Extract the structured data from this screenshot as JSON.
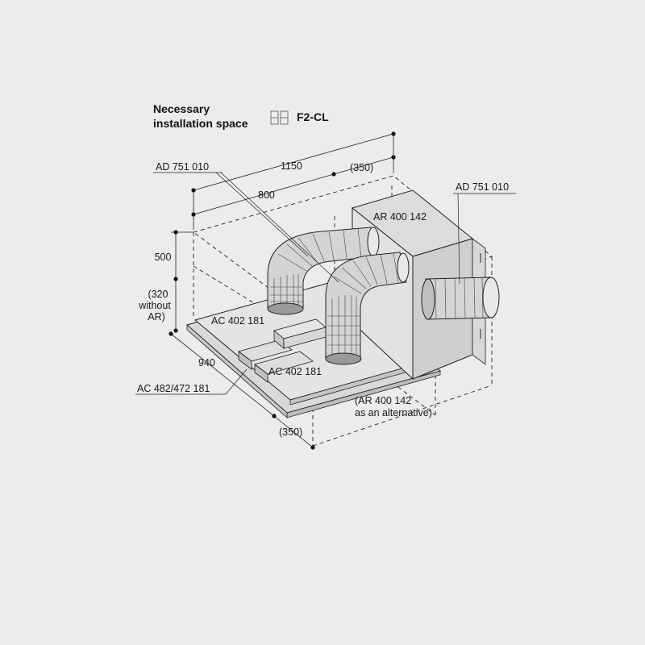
{
  "header": {
    "title_line1": "Necessary",
    "title_line2": "installation space",
    "model": "F2-CL",
    "model_icon": "hob-zones-icon"
  },
  "dimensions": {
    "total_length": "1150",
    "module_length": "800",
    "extension_top": "(350)",
    "height": "500",
    "height_note_1": "(320",
    "height_note_2": "without",
    "height_note_3": "AR)",
    "depth": "940",
    "extension_bottom": "(350)"
  },
  "components": {
    "duct_left": "AD 751 010",
    "duct_right": "AD 751 010",
    "fan_unit": "AR 400 142",
    "connector_back": "AC 402 181",
    "connector_front": "AC 402 181",
    "hob_adapter": "AC 482/472 181",
    "alt_note_1": "(AR 400 142",
    "alt_note_2": "as an alternative)"
  },
  "colors": {
    "background": "#ececec",
    "line": "#222222",
    "box_front": "#e2e2e2",
    "box_top": "#dcdcdc",
    "box_side": "#cfcfcf",
    "hose": "#d4d4d4"
  }
}
